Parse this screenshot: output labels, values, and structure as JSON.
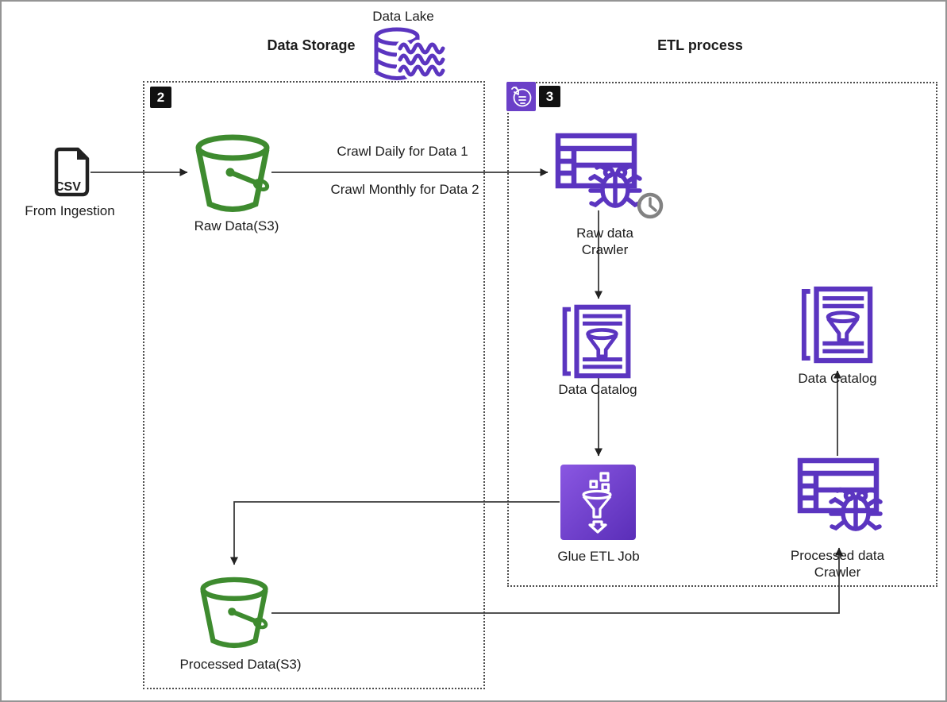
{
  "titles": {
    "data_lake": "Data Lake",
    "data_storage": "Data Storage",
    "etl_process": "ETL process"
  },
  "badges": {
    "storage": "2",
    "etl": "3"
  },
  "nodes": {
    "csv": {
      "label": "From Ingestion",
      "icon_text": "CSV"
    },
    "raw_bucket": {
      "label": "Raw Data(S3)"
    },
    "raw_crawler": {
      "line1": "Raw data",
      "line2": "Crawler"
    },
    "catalog_mid": {
      "label": "Data Catalog"
    },
    "glue_job": {
      "label": "Glue ETL Job"
    },
    "processed_bucket": {
      "label": "Processed Data(S3)"
    },
    "processed_crawler": {
      "line1": "Processed data",
      "line2": "Crawler"
    },
    "catalog_right": {
      "label": "Data Catalog"
    }
  },
  "edges": {
    "crawl_daily": "Crawl Daily for Data 1",
    "crawl_monthly": "Crawl Monthly for Data 2"
  },
  "colors": {
    "purple": "#5b35c0",
    "green": "#3e8b2f",
    "ink": "#222222",
    "line": "#3a3a3a",
    "badge": "#111111",
    "clockgray": "#828282",
    "glue-top": "#8a57e2",
    "glue-bot": "#5a2eb8",
    "border": "#949494"
  }
}
